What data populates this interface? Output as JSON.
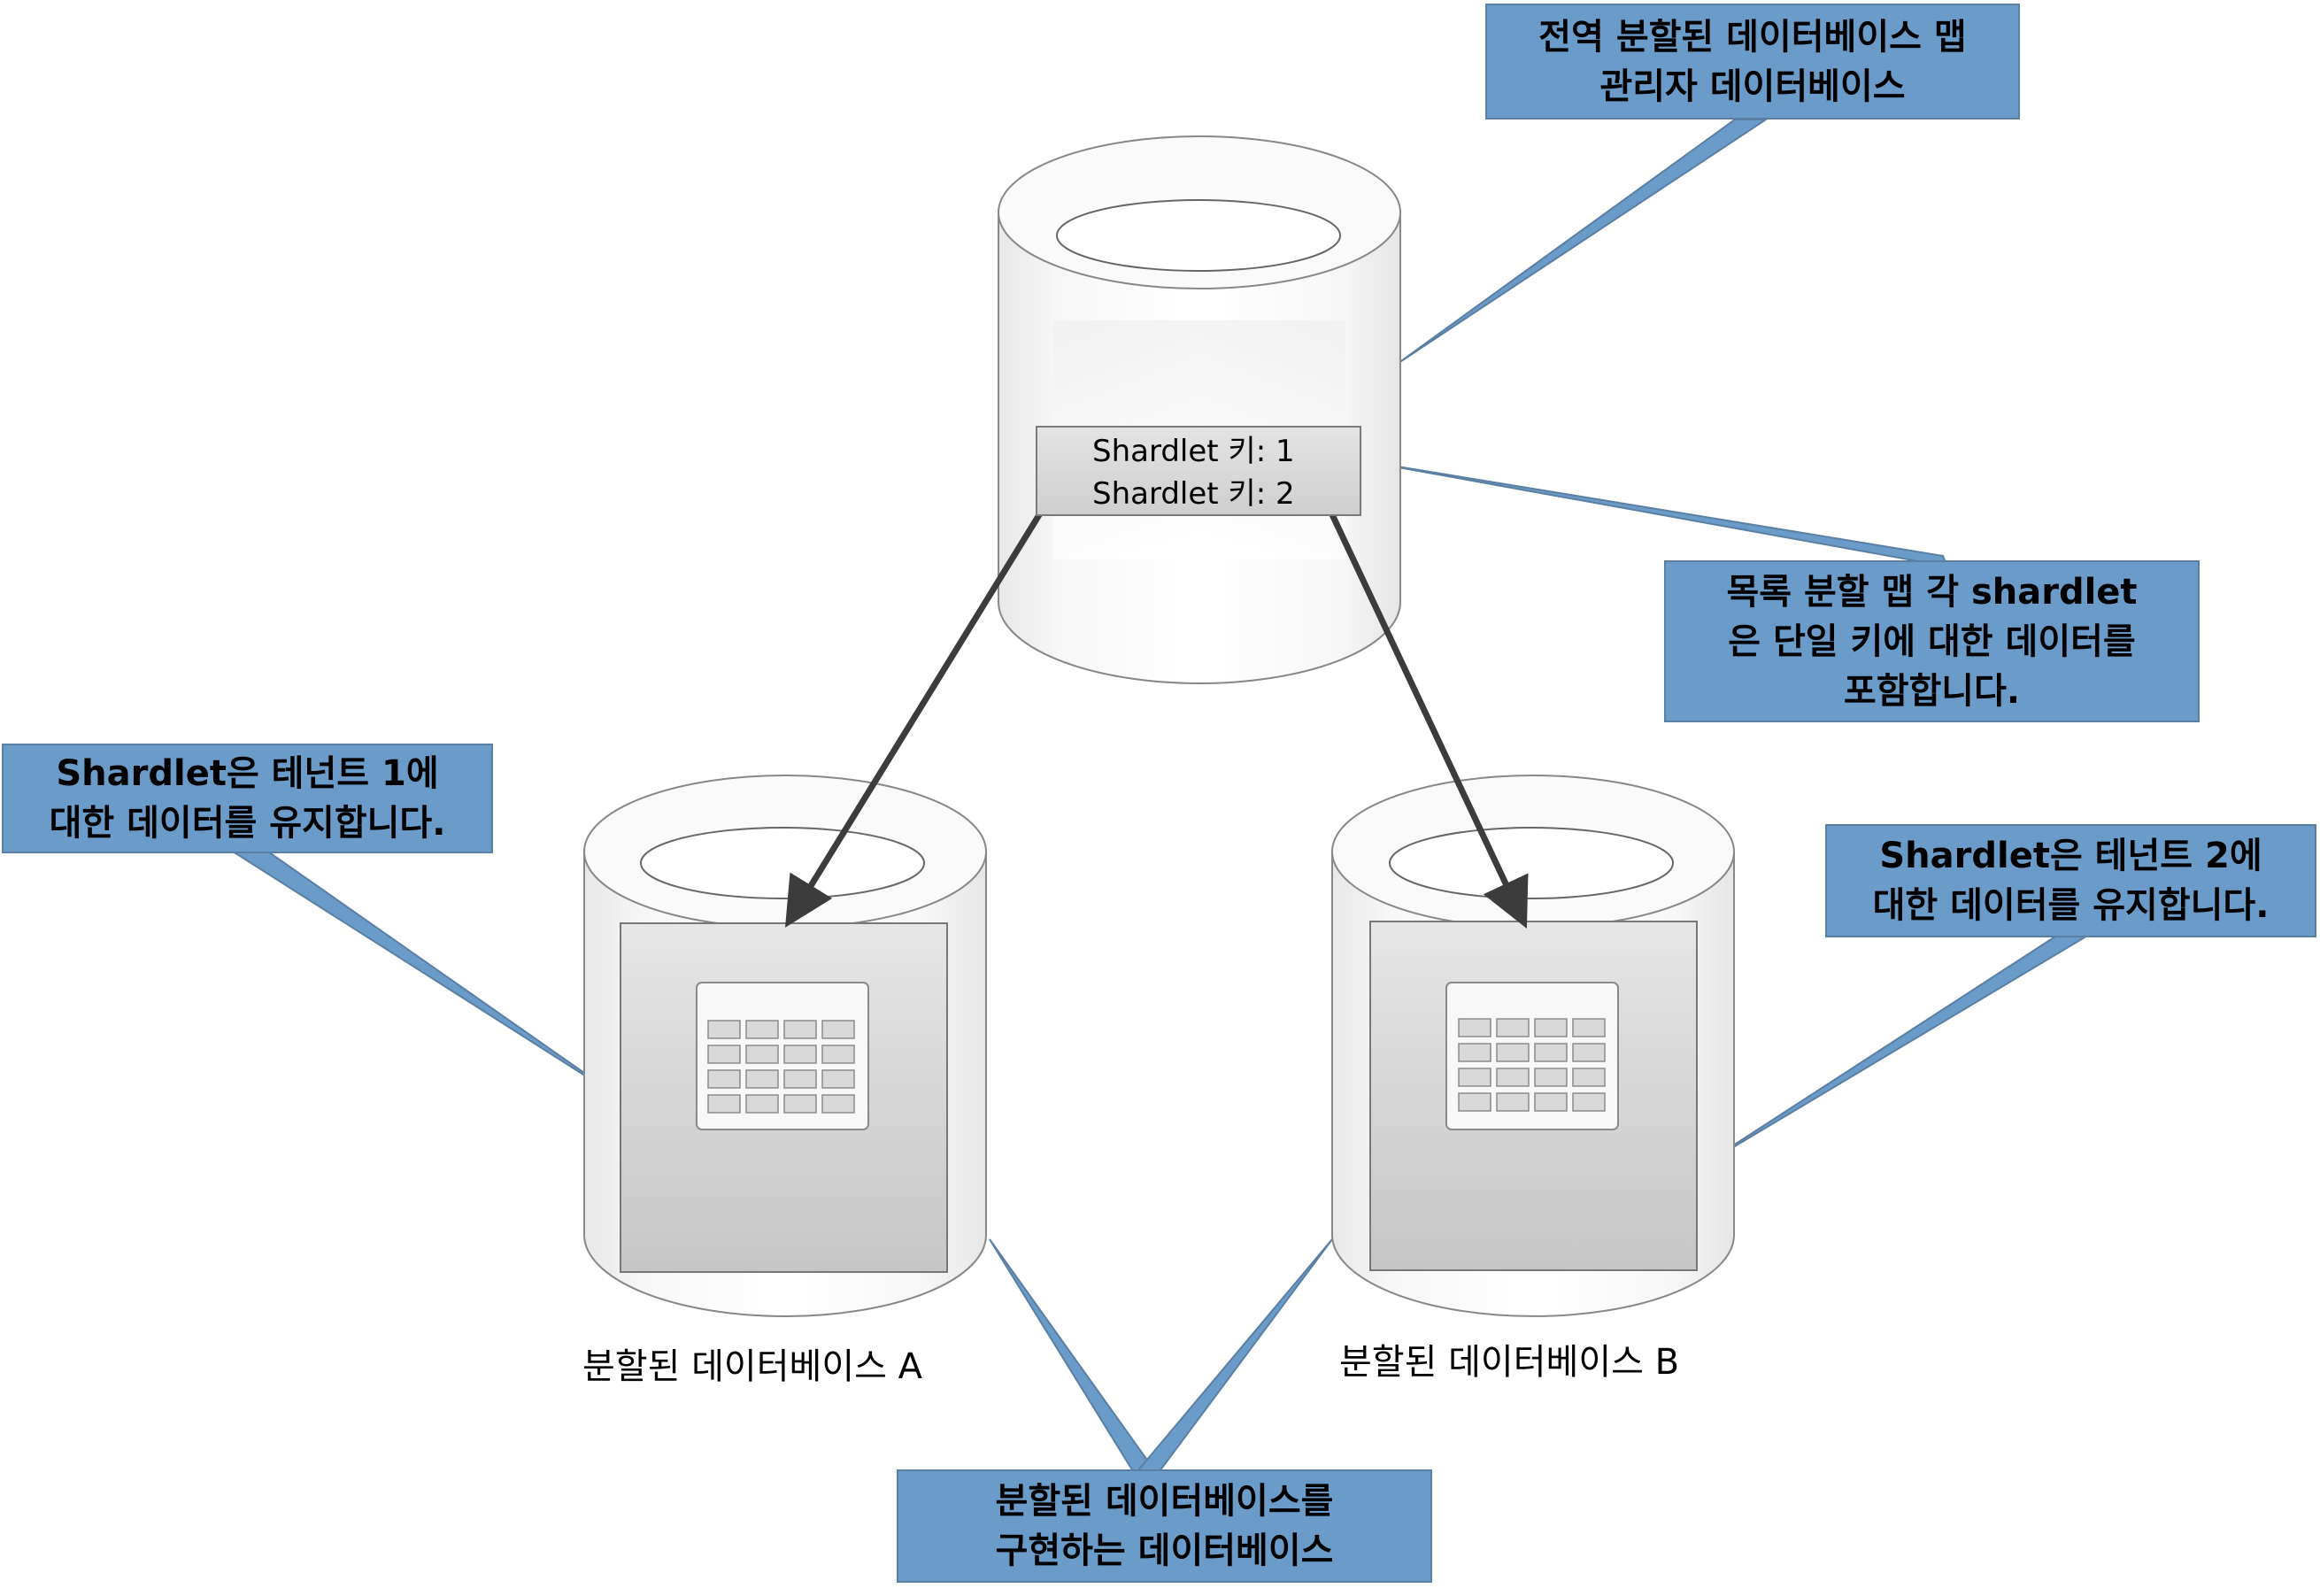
{
  "callouts": {
    "global": {
      "line1": "전역 분할된 데이터베이스 맵",
      "line2": "관리자 데이터베이스"
    },
    "list_map": {
      "line1": "목록 분할 맵 각 shardlet",
      "line2": "은 단일 키에 대한 데이터를",
      "line3": "포함합니다."
    },
    "tenant1": {
      "line1": "Shardlet은 테넌트 1에",
      "line2": "대한 데이터를 유지합니다."
    },
    "tenant2": {
      "line1": "Shardlet은 테넌트 2에",
      "line2": "대한 데이터를 유지합니다."
    },
    "impl": {
      "line1": "분할된 데이터베이스를",
      "line2": "구현하는 데이터베이스"
    }
  },
  "keys": {
    "key1": "Shardlet 키: 1",
    "key2": "Shardlet 키: 2"
  },
  "databases": {
    "a_label": "분할된 데이터베이스 A",
    "b_label": "분할된 데이터베이스 B"
  },
  "colors": {
    "callout_fill": "#6b9bc8",
    "callout_border": "#5a7fa3",
    "arrow": "#3c3c3c",
    "panel": "#cccccc"
  }
}
